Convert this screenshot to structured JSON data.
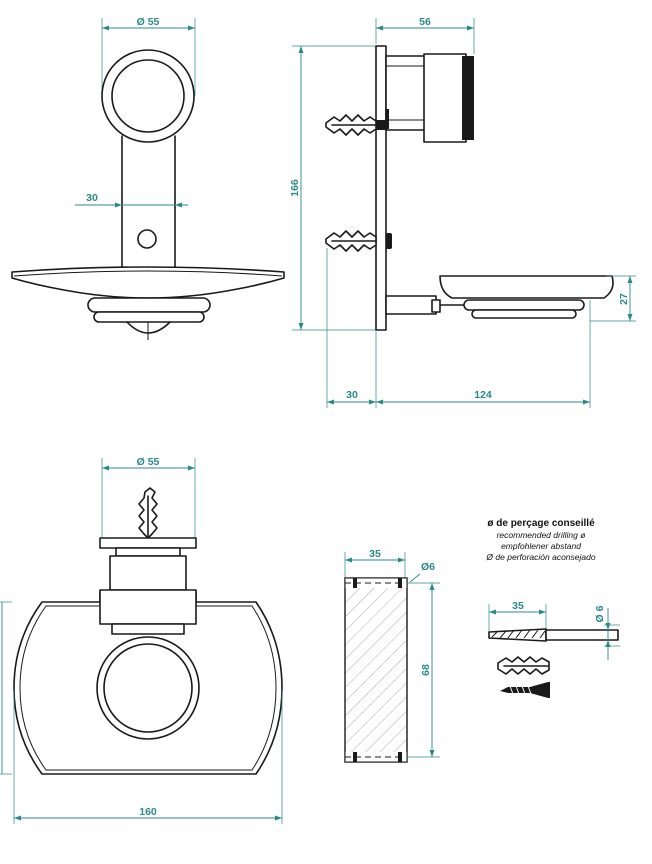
{
  "dimensions": {
    "front_top_width": "Ø 55",
    "front_top_arm": "30",
    "side_depth": "56",
    "side_height": "166",
    "side_dish_height": "27",
    "side_offset": "30",
    "side_length": "124",
    "bottom_diameter": "Ø 55",
    "bottom_width": "160",
    "hole_depth": "35",
    "hole_diameter": "Ø6",
    "hole_spacing": "68",
    "drill_length": "35",
    "drill_diameter": "Ø 6"
  },
  "drilling_note": {
    "title": "ø de perçage conseillé",
    "en": "recommended drilling ø",
    "de": "empfohlener abstand",
    "es": "Ø de perforación aconsejado"
  },
  "colors": {
    "dimension": "#2b8a86",
    "line": "#1a1a1a"
  }
}
